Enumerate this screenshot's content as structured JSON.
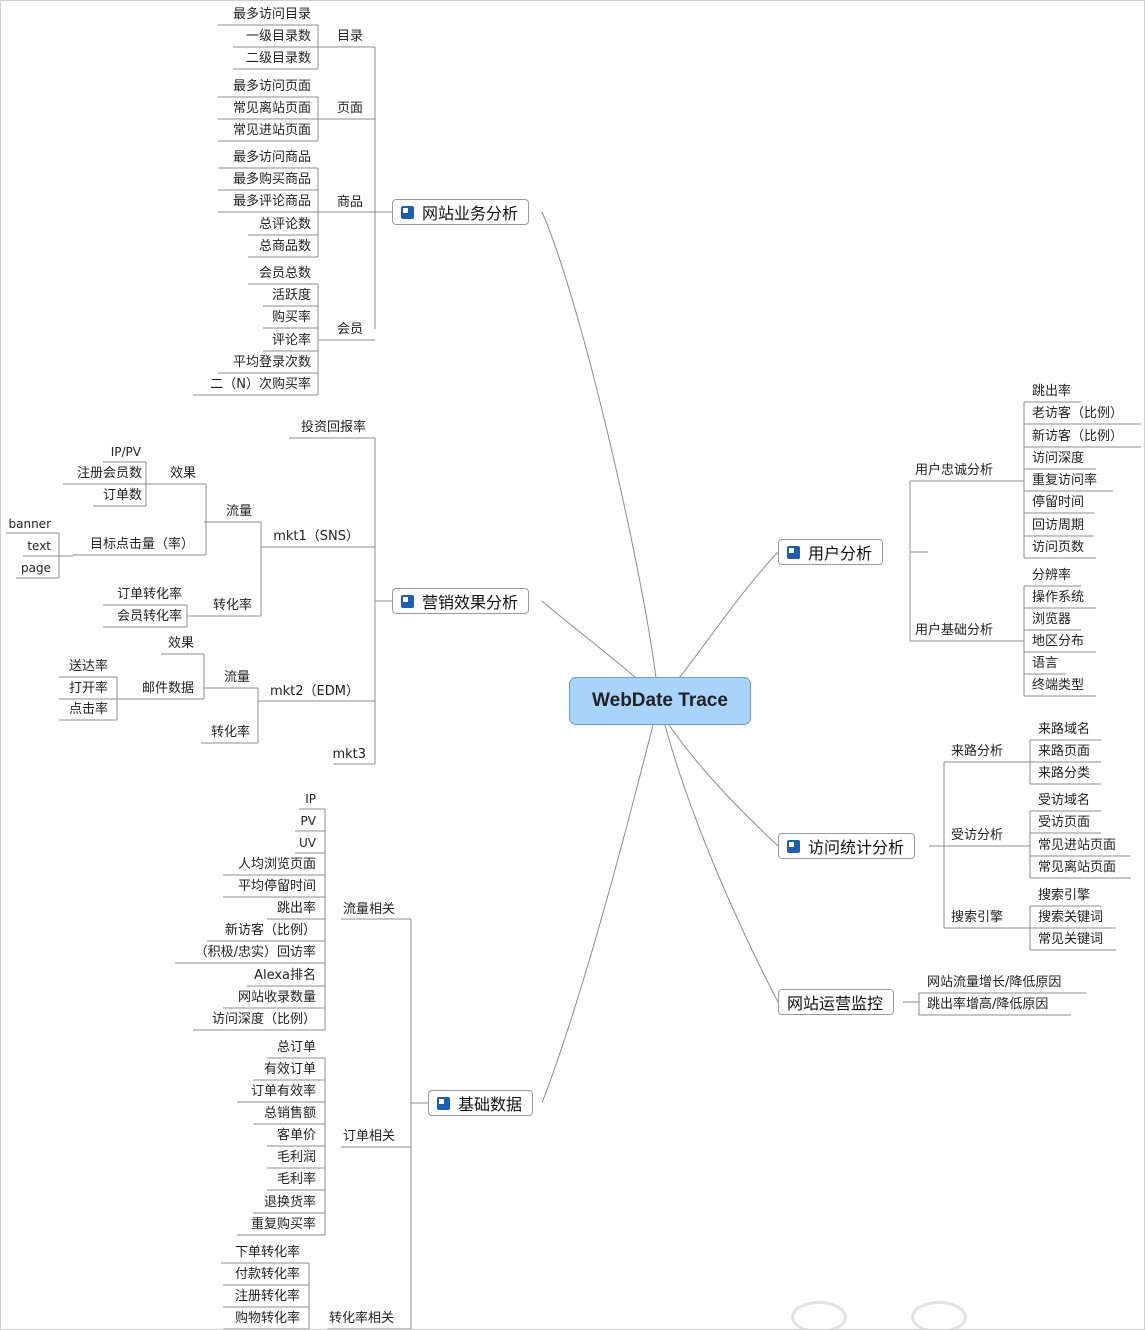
{
  "central": {
    "title": "WebDate Trace"
  },
  "branches": {
    "business": {
      "title": "网站业务分析",
      "directory": {
        "label": "目录",
        "items": [
          "最多访问目录",
          "一级目录数",
          "二级目录数"
        ]
      },
      "page": {
        "label": "页面",
        "items": [
          "最多访问页面",
          "常见离站页面",
          "常见进站页面"
        ]
      },
      "product": {
        "label": "商品",
        "items": [
          "最多访问商品",
          "最多购买商品",
          "最多评论商品",
          "总评论数",
          "总商品数"
        ]
      },
      "member": {
        "label": "会员",
        "items": [
          "会员总数",
          "活跃度",
          "购买率",
          "评论率",
          "平均登录次数",
          "二（N）次购买率"
        ]
      }
    },
    "marketing": {
      "title": "营销效果分析",
      "roi": "投资回报率",
      "mkt1": {
        "label": "mkt1（SNS）",
        "traffic": {
          "label": "流量",
          "effect": {
            "label": "效果",
            "items": [
              "IP/PV",
              "注册会员数",
              "订单数"
            ]
          },
          "clicks": {
            "label": "目标点击量（率）",
            "items": [
              "banner",
              "text",
              "page"
            ]
          }
        },
        "conversion": {
          "label": "转化率",
          "items": [
            "订单转化率",
            "会员转化率"
          ]
        }
      },
      "mkt2": {
        "label": "mkt2（EDM）",
        "traffic": {
          "label": "流量",
          "effect": "效果",
          "mail": {
            "label": "邮件数据",
            "items": [
              "送达率",
              "打开率",
              "点击率"
            ]
          }
        },
        "conversion": "转化率"
      },
      "mkt3": "mkt3"
    },
    "basic": {
      "title": "基础数据",
      "traffic": {
        "label": "流量相关",
        "items": [
          "IP",
          "PV",
          "UV",
          "人均浏览页面",
          "平均停留时间",
          "跳出率",
          "新访客（比例）",
          "（积极/忠实）回访率",
          "Alexa排名",
          "网站收录数量",
          "访问深度（比例）"
        ]
      },
      "orders": {
        "label": "订单相关",
        "items": [
          "总订单",
          "有效订单",
          "订单有效率",
          "总销售额",
          "客单价",
          "毛利润",
          "毛利率",
          "退换货率",
          "重复购买率"
        ]
      },
      "conversion": {
        "label": "转化率相关",
        "items": [
          "下单转化率",
          "付款转化率",
          "注册转化率",
          "购物转化率"
        ]
      }
    },
    "users": {
      "title": "用户分析",
      "loyalty": {
        "label": "用户忠诚分析",
        "items": [
          "跳出率",
          "老访客（比例）",
          "新访客（比例）",
          "访问深度",
          "重复访问率",
          "停留时间",
          "回访周期",
          "访问页数"
        ]
      },
      "base": {
        "label": "用户基础分析",
        "items": [
          "分辨率",
          "操作系统",
          "浏览器",
          "地区分布",
          "语言",
          "终端类型"
        ]
      }
    },
    "visits": {
      "title": "访问统计分析",
      "source": {
        "label": "来路分析",
        "items": [
          "来路域名",
          "来路页面",
          "来路分类"
        ]
      },
      "visited": {
        "label": "受访分析",
        "items": [
          "受访域名",
          "受访页面",
          "常见进站页面",
          "常见离站页面"
        ]
      },
      "search": {
        "label": "搜索引擎",
        "items": [
          "搜索引擎",
          "搜索关键词",
          "常见关键词"
        ]
      }
    },
    "operations": {
      "title": "网站运营监控",
      "items": [
        "网站流量增长/降低原因",
        "跳出率增高/降低原因"
      ]
    }
  },
  "colors": {
    "central_fill": "#a8d4fb",
    "central_border": "#6c9dcc",
    "icon": "#1a5fb4",
    "line": "#8c8c8c"
  }
}
